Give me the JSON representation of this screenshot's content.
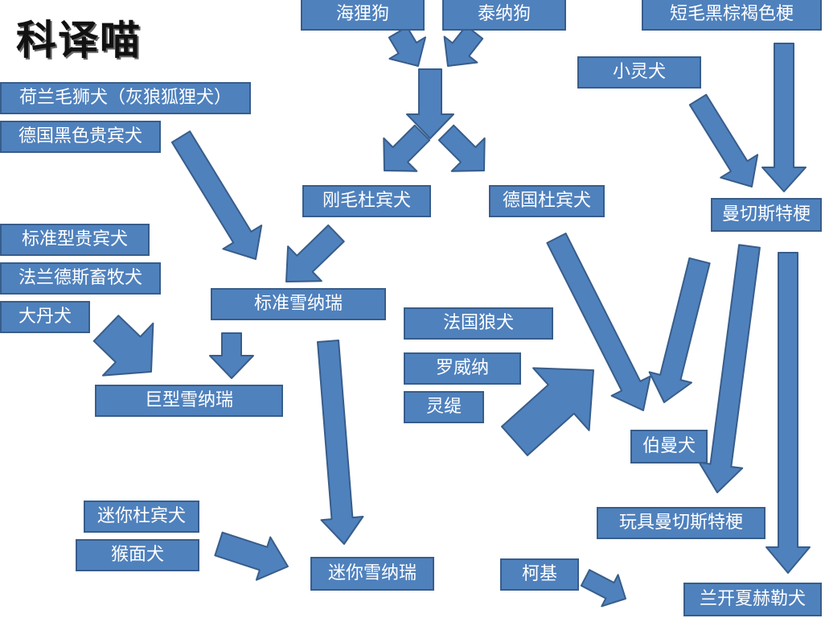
{
  "logo": "科译喵",
  "colors": {
    "box_fill": "#4f81bd",
    "box_border": "#385d8a",
    "arrow_fill": "#4f81bd",
    "text": "#ffffff"
  },
  "breeds": {
    "haili": "海狸狗",
    "taina": "泰纳狗",
    "duanmao": "短毛黑棕褐色梗",
    "xiaoling": "小灵犬",
    "helan": "荷兰毛狮犬（灰狼狐狸犬）",
    "deguohei": "德国黑色贵宾犬",
    "gangmao": "刚毛杜宾犬",
    "deguodu": "德国杜宾犬",
    "manqie": "曼切斯特梗",
    "biaozhungui": "标准型贵宾犬",
    "falande": "法兰德斯畜牧犬",
    "dadan": "大丹犬",
    "biaozhunxue": "标准雪纳瑞",
    "faguolang": "法国狼犬",
    "luowei": "罗威纳",
    "lingti": "灵缇",
    "juxing": "巨型雪纳瑞",
    "boman": "伯曼犬",
    "miniidu": "迷你杜宾犬",
    "houmian": "猴面犬",
    "wanju": "玩具曼切斯特梗",
    "minixue": "迷你雪纳瑞",
    "keji": "柯基",
    "lankai": "兰开夏赫勒犬"
  }
}
